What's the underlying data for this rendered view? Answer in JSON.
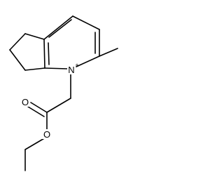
{
  "molecule": {
    "atoms": {
      "ring_nitrogen": "N",
      "ring_nitrogen_charge": "+",
      "carbonyl_oxygen": "O",
      "ester_oxygen": "O"
    }
  }
}
